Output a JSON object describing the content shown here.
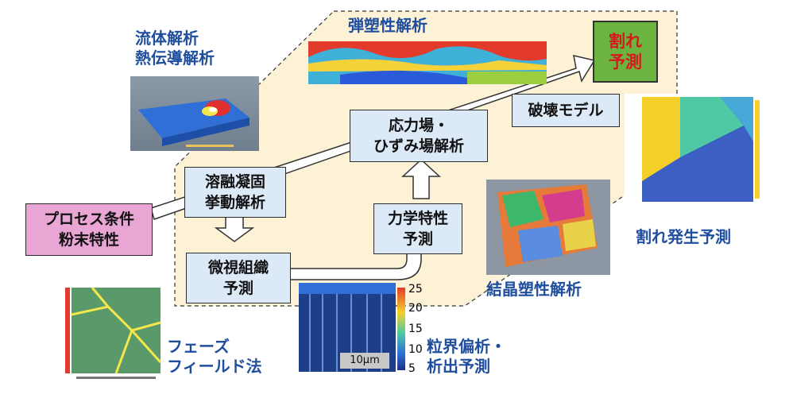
{
  "labels": {
    "fluid": "流体解析\n熱伝導解析",
    "elastoplastic": "弾塑性解析",
    "crack_occurrence": "割れ発生予測",
    "crystal_plasticity": "結晶塑性解析",
    "phase_field": "フェーズ\nフィールド法",
    "segregation": "粒界偏析・\n析出予測"
  },
  "boxes": {
    "process": "プロセス条件\n粉末特性",
    "melt": "溶融凝固\n挙動解析",
    "stress": "応力場・\nひずみ場解析",
    "fracture": "破壊モデル",
    "crack": "割れ\n予測",
    "micro": "微視組織\n予測",
    "mech": "力学特性\n予測"
  },
  "colorbar": {
    "ticks": [
      "25",
      "20",
      "15",
      "10",
      "5"
    ],
    "scale": "10μm"
  },
  "colors": {
    "panel": "#fdf1d6",
    "box": "#dce9f6",
    "crack_fill": "#6db33f",
    "crack_text": "#d7191c",
    "label": "#1f4e9e",
    "process_fill": "#e9a6d4"
  }
}
